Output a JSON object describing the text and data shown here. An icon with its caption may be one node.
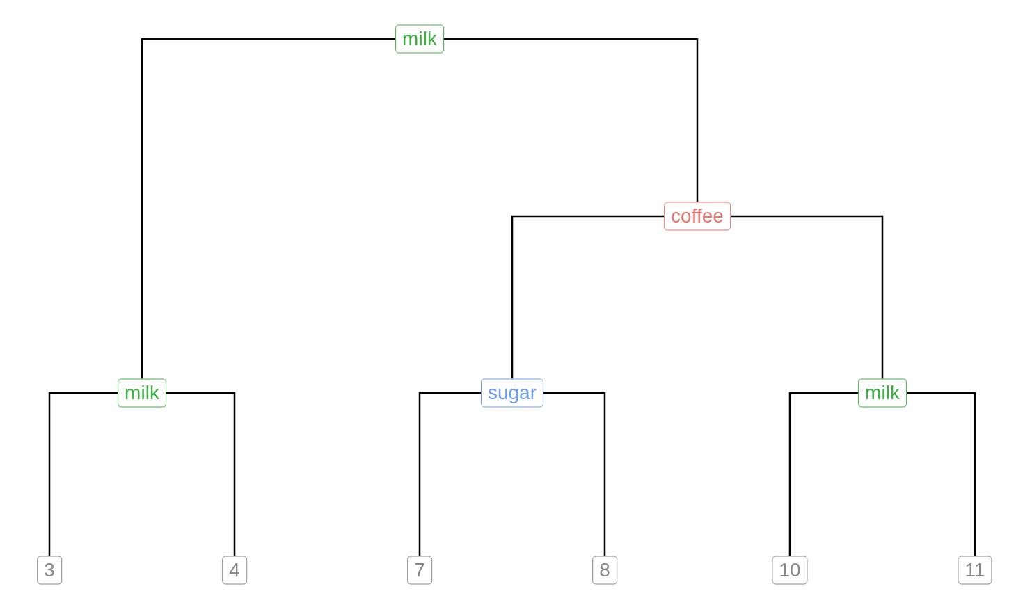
{
  "diagram": {
    "nodes": [
      {
        "text": [
          "milk"
        ]
      },
      {
        "text": [
          "milk"
        ]
      },
      {
        "text": [
          "coffee"
        ]
      },
      {
        "text": [
          "sugar"
        ]
      },
      {
        "text": [
          "milk"
        ]
      },
      {
        "text": [
          "3"
        ]
      },
      {
        "text": [
          "4"
        ]
      },
      {
        "text": [
          "7"
        ]
      },
      {
        "text": [
          "8"
        ]
      },
      {
        "text": [
          "10"
        ]
      },
      {
        "text": [
          "11"
        ]
      }
    ],
    "edges": [
      {
        "from": 0,
        "to": 1,
        "arrow": "none"
      },
      {
        "from": 0,
        "to": 2,
        "arrow": "none"
      },
      {
        "from": 1,
        "to": 5,
        "arrow": "none"
      },
      {
        "from": 1,
        "to": 6,
        "arrow": "none"
      },
      {
        "from": 2,
        "to": 3,
        "arrow": "none"
      },
      {
        "from": 2,
        "to": 4,
        "arrow": "none"
      },
      {
        "from": 3,
        "to": 7,
        "arrow": "none"
      },
      {
        "from": 3,
        "to": 8,
        "arrow": "none"
      },
      {
        "from": 4,
        "to": 9,
        "arrow": "none"
      },
      {
        "from": 4,
        "to": 10,
        "arrow": "none"
      }
    ]
  }
}
